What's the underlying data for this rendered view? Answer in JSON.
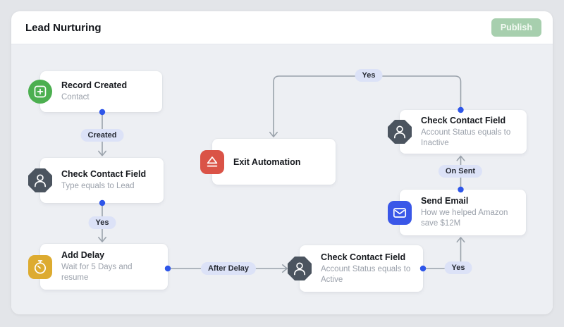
{
  "header": {
    "title": "Lead Nurturing",
    "publish_label": "Publish"
  },
  "canvas": {
    "nodes": [
      {
        "title": "Record Created",
        "subtitle": "Contact",
        "icon": "plus-square-icon",
        "icon_color": "#4caf50"
      },
      {
        "title": "Check Contact Field",
        "subtitle": "Type equals to Lead",
        "icon": "person-icon",
        "icon_color": "#4b545f"
      },
      {
        "title": "Add Delay",
        "subtitle": "Wait for 5 Days and resume",
        "icon": "timer-icon",
        "icon_color": "#ddab30"
      },
      {
        "title": "Check Contact Field",
        "subtitle": "Account Status equals to Active",
        "icon": "person-icon",
        "icon_color": "#4b545f"
      },
      {
        "title": "Send Email",
        "subtitle": "How we helped Amazon save $12M",
        "icon": "mail-icon",
        "icon_color": "#3a57e8"
      },
      {
        "title": "Check Contact Field",
        "subtitle": "Account Status equals to Inactive",
        "icon": "person-icon",
        "icon_color": "#4b545f"
      },
      {
        "title": "Exit Automation",
        "subtitle": "",
        "icon": "eject-icon",
        "icon_color": "#da5347"
      }
    ],
    "edge_labels": [
      {
        "label": "Created"
      },
      {
        "label": "Yes"
      },
      {
        "label": "After Delay"
      },
      {
        "label": "Yes"
      },
      {
        "label": "On Sent"
      },
      {
        "label": "Yes"
      }
    ],
    "colors": {
      "connector": "#9aa2ab",
      "port_dot": "#2e56e9",
      "label_pill_bg": "#dce2f7",
      "publish_button_bg": "#a7cfae",
      "canvas_bg": "#edeff3"
    }
  }
}
